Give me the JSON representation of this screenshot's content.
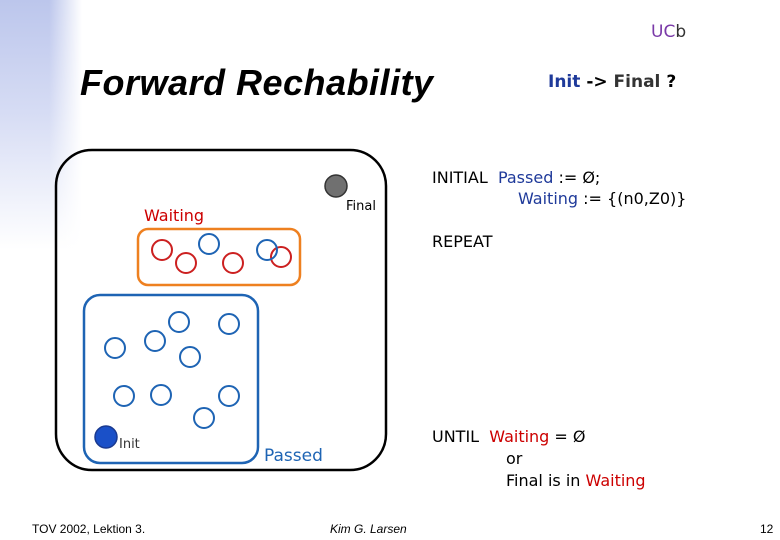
{
  "logo": {
    "part1": "UC",
    "part2": "b"
  },
  "title": "Forward Rechability",
  "question": {
    "init": "Init",
    "arrow": "->",
    "final": "Final",
    "mark": "?"
  },
  "diagram": {
    "waiting_label": "Waiting",
    "final_label": "Final",
    "init_label": "Init",
    "passed_label": "Passed",
    "colors": {
      "waiting_box": "#ee8020",
      "waiting_states": "#cc2020",
      "passed_box": "#1e64b4",
      "passed_states": "#1e64b4",
      "init_state": "#1a50c8",
      "final_state": "#707070"
    }
  },
  "algorithm": {
    "initial_kw": "INITIAL",
    "passed": "Passed",
    "passed_assign": ":= Ø;",
    "waiting": "Waiting",
    "waiting_assign": ":= {(n0,Z0)}",
    "repeat_kw": "REPEAT",
    "until_kw": "UNTIL",
    "until_waiting": "Waiting",
    "until_eq": "= Ø",
    "or_kw": "or",
    "final_in": "Final is in",
    "final_waiting": "Waiting"
  },
  "footer": {
    "left": "TOV 2002, Lektion 3.",
    "center": "Kim G. Larsen",
    "page": "12"
  }
}
